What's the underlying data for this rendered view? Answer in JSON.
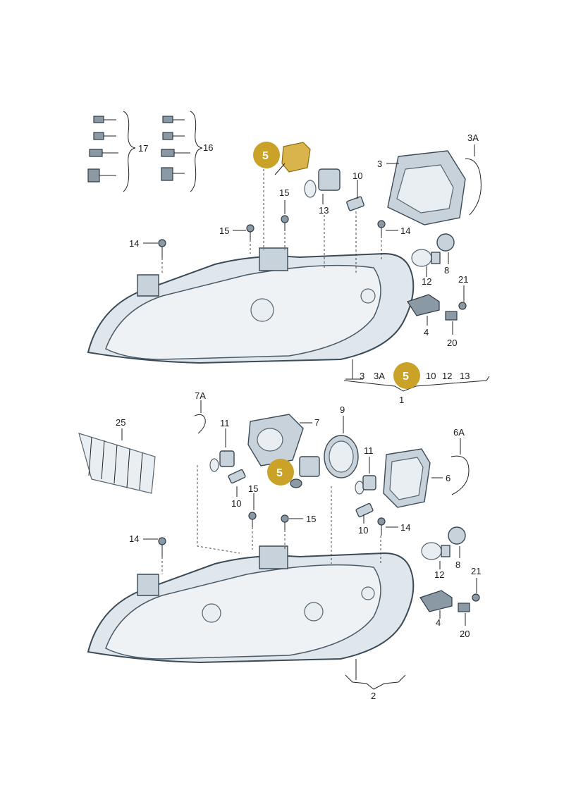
{
  "badges": {
    "highlighted_part": "5"
  },
  "labels": {
    "l17": "17",
    "l16": "16",
    "l3A_top": "3A",
    "l3": "3",
    "l10_top": "10",
    "l13": "13",
    "l15_a": "15",
    "l15_b": "15",
    "l14_top_right": "14",
    "l14_top_left": "14",
    "l8_top": "8",
    "l12_top": "12",
    "l21_top": "21",
    "l4_top": "4",
    "l20_top": "20",
    "group1": [
      "3",
      "3A",
      "10",
      "12",
      "13"
    ],
    "l1": "1",
    "l7A": "7A",
    "l11_left": "11",
    "l7": "7",
    "l9": "9",
    "l25": "25",
    "l6A": "6A",
    "l11_right": "11",
    "l6": "6",
    "l10_mid_left": "10",
    "l15_c": "15",
    "l15_d": "15",
    "l10_mid_right": "10",
    "l14_mid_right": "14",
    "l14_bottom_left": "14",
    "l8_bottom": "8",
    "l12_bottom": "12",
    "l21_bottom": "21",
    "l4_bottom": "4",
    "l20_bottom": "20",
    "l2": "2"
  }
}
